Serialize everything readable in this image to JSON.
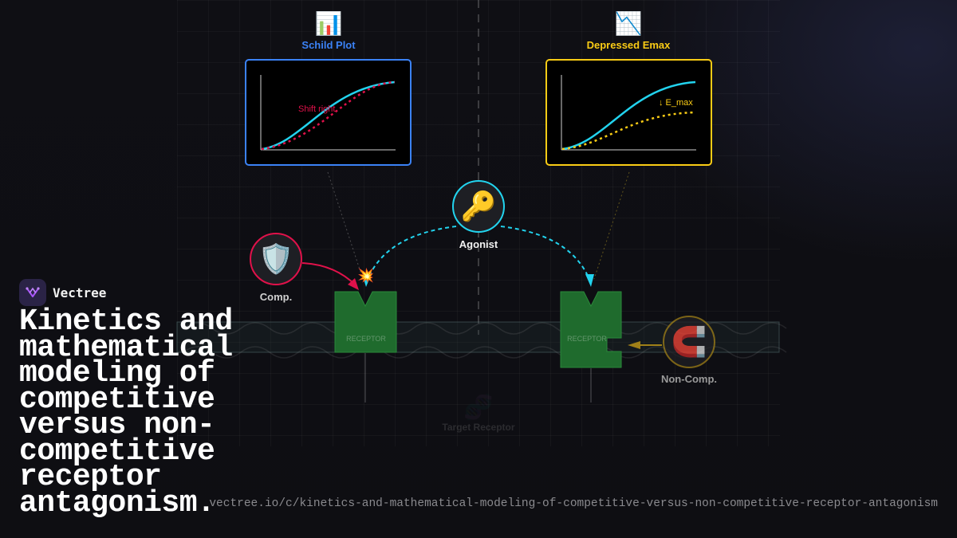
{
  "brand": {
    "name": "Vectree",
    "icon": "vectree-logo-icon"
  },
  "headline": "Kinetics and mathematical modeling of competitive versus non-competitive receptor antagonism.",
  "url": "vectree.io/c/kinetics-and-mathematical-modeling-of-competitive-versus-non-competitive-receptor-antagonism",
  "panels": {
    "schild": {
      "title": "Schild Plot",
      "icon": "bar-chart-icon",
      "annotation": "Shift right",
      "color": "#3b82f6",
      "curve_color": "#22d3ee",
      "shifted_color": "#e0114a"
    },
    "emax": {
      "title": "Depressed Emax",
      "icon": "chart-decreasing-icon",
      "annotation": "↓ E_max",
      "color": "#facc15",
      "curve_color": "#22d3ee",
      "depressed_color": "#facc15"
    }
  },
  "nodes": {
    "agonist": {
      "label": "Agonist",
      "icon": "key-icon",
      "color": "#22d3ee"
    },
    "competitive": {
      "label": "Comp.",
      "icon": "shield-icon",
      "color": "#e0114a"
    },
    "non_competitive": {
      "label": "Non-Comp.",
      "icon": "magnet-icon",
      "color": "#a08018"
    }
  },
  "receptors": [
    {
      "label": "RECEPTOR",
      "color": "#1f6b2d"
    },
    {
      "label": "RECEPTOR",
      "color": "#1f6b2d"
    }
  ],
  "impact_icon": "collision-icon",
  "faded_center": {
    "label": "Target Receptor",
    "icon": "dna-icon"
  }
}
